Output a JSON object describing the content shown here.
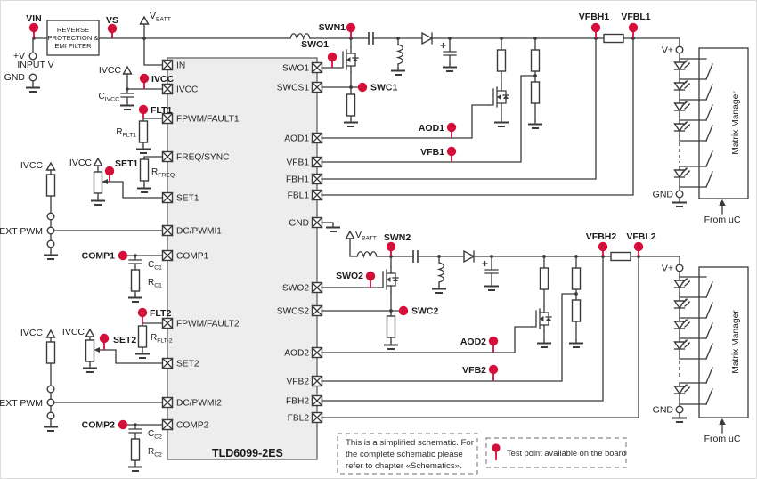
{
  "ic": {
    "part_number": "TLD6099-2ES",
    "left_pins": [
      "IN",
      "IVCC",
      "FPWM/FAULT1",
      "FREQ/SYNC",
      "SET1",
      "DC/PWMI1",
      "COMP1",
      "FPWM/FAULT2",
      "SET2",
      "DC/PWMI2",
      "COMP2"
    ],
    "right_pins": [
      "SWO1",
      "SWCS1",
      "AOD1",
      "VFB1",
      "FBH1",
      "FBL1",
      "GND",
      "SWO2",
      "SWCS2",
      "AOD2",
      "VFB2",
      "FBH2",
      "FBL2"
    ]
  },
  "blocks": {
    "emi_filter": [
      "REVERSE",
      "PROTECTION &",
      "EMI FILTER"
    ],
    "matrix_manager": "Matrix Manager"
  },
  "test_points": {
    "vin": "VIN",
    "vs": "VS",
    "ivcc": "IVCC",
    "flt1": "FLT1",
    "set1": "SET1",
    "comp1": "COMP1",
    "flt2": "FLT2",
    "set2": "SET2",
    "comp2": "COMP2",
    "swn1": "SWN1",
    "swo1": "SWO1",
    "swc1": "SWC1",
    "aod1": "AOD1",
    "vfb1": "VFB1",
    "vfbh1": "VFBH1",
    "vfbl1": "VFBL1",
    "swn2": "SWN2",
    "swo2": "SWO2",
    "swc2": "SWC2",
    "aod2": "AOD2",
    "vfb2": "VFB2",
    "vfbh2": "VFBH2",
    "vfbl2": "VFBL2"
  },
  "supplies": {
    "vbatt": {
      "m": "V",
      "s": "BATT"
    },
    "ivcc": "IVCC"
  },
  "terminals": {
    "plus_v": "+V",
    "input_v": "INPUT V",
    "gnd": "GND",
    "ext_pwm": "EXT PWM",
    "v_plus": "V+",
    "from_uc": "From uC"
  },
  "refs": {
    "c_ivcc": {
      "m": "C",
      "s": "IVCC"
    },
    "r_flt1": {
      "m": "R",
      "s": "FLT1"
    },
    "r_freq": {
      "m": "R",
      "s": "FREQ"
    },
    "c_c1": {
      "m": "C",
      "s": "C1"
    },
    "r_c1": {
      "m": "R",
      "s": "C1"
    },
    "r_flt2": {
      "m": "R",
      "s": "FLT-2"
    },
    "c_c2": {
      "m": "C",
      "s": "C2"
    },
    "r_c2": {
      "m": "R",
      "s": "C2"
    }
  },
  "notes": {
    "simplified": [
      "This is a simplified schematic. For",
      "the complete schematic please",
      "refer to chapter «Schematics»."
    ],
    "legend": "Test point available on the board"
  },
  "colors": {
    "test_point_red": "#d40f3a",
    "wire": "#3a3a3a",
    "ic_fill": "#ededed"
  }
}
